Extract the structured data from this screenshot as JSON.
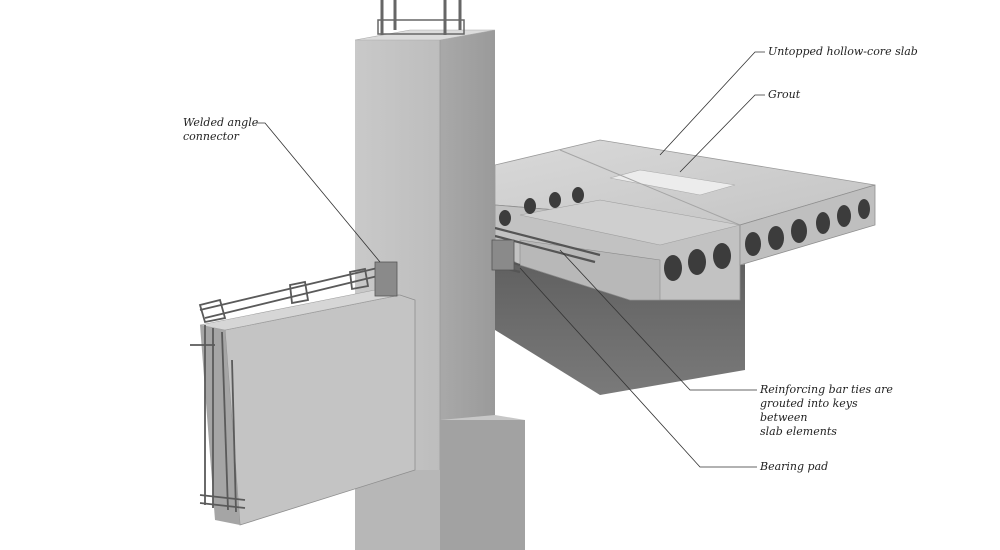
{
  "labels": {
    "welded_angle": "Welded angle\nconnector",
    "slab": "Untopped hollow-core slab",
    "grout": "Grout",
    "rebar_ties": "Reinforcing bar ties are\ngrouted into keys between\nslab elements",
    "bearing_pad": "Bearing pad"
  },
  "colors": {
    "concrete_light": "#d4d4d4",
    "concrete_mid": "#b5b5b5",
    "concrete_dark": "#8e8e8e",
    "concrete_shadow": "#6f6f6f",
    "leader": "#333333"
  }
}
